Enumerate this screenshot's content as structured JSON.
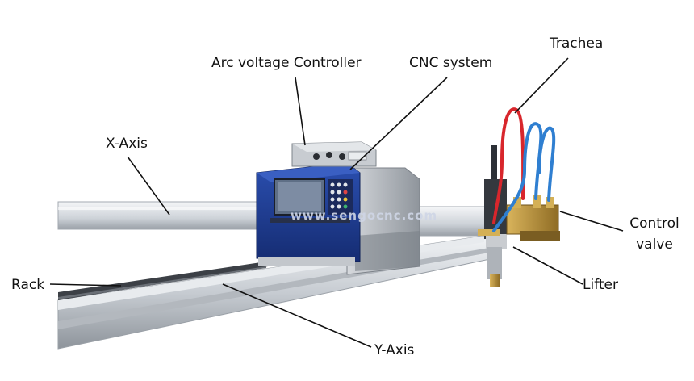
{
  "labels": {
    "arc_voltage_controller": "Arc voltage Controller",
    "cnc_system": "CNC system",
    "trachea": "Trachea",
    "x_axis": "X-Axis",
    "control_valve_line1": "Control",
    "control_valve_line2": "valve",
    "rack": "Rack",
    "lifter": "Lifter",
    "y_axis": "Y-Axis"
  },
  "watermark": "www.sengocnc.com",
  "colors": {
    "machine_blue": "#1d3a8f",
    "rail_silver": "#c9ced4",
    "steel_body": "#a9aeb5",
    "hose_red": "#d8262c",
    "hose_blue": "#2f7fd1",
    "brass": "#b8923a",
    "screen": "#5f6f86"
  }
}
